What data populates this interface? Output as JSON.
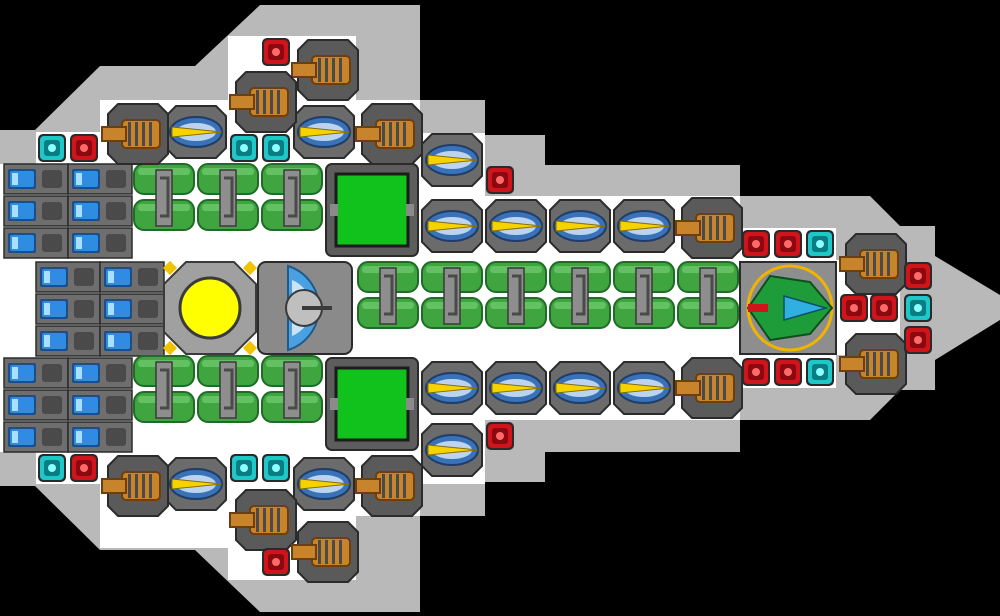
{
  "palette": {
    "background": "#000000",
    "hull_outer": "#b9b9b9",
    "hull_inner": "#ffffff",
    "frame": "#7a7a7a",
    "frame_dark": "#3c3c3c",
    "tank_green": "#3fa53f",
    "tank_green_dark": "#1f6b28",
    "storage_green": "#11c21d",
    "reactor_yellow": "#ffff00",
    "thrust_blue": "#2f8ce0",
    "cannon_orange": "#c8842a",
    "laser_yellow": "#f5d200",
    "laser_blue": "#3a72b8",
    "armor_red": "#d0141c",
    "shield_cyan": "#1fc8c8"
  },
  "ship": {
    "module_types": [
      "thruster",
      "laser-turret",
      "cannon-turret",
      "red-block",
      "cyan-block",
      "fuel-tank",
      "storage-bay",
      "reactor-core",
      "shield-dome",
      "cockpit"
    ]
  }
}
